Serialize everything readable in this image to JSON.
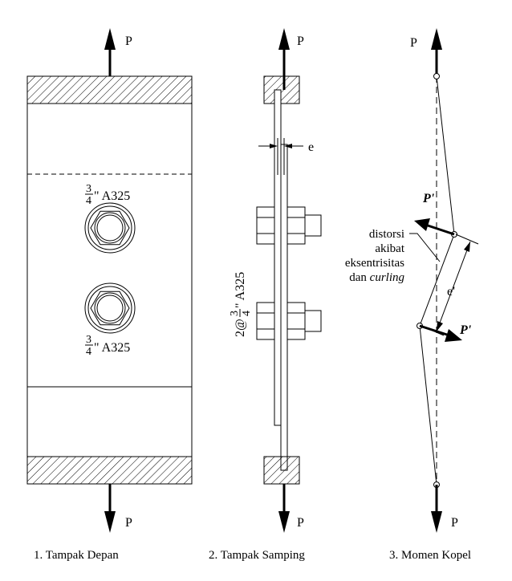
{
  "load_label": "P",
  "load_label_prime": "P'",
  "bolt_size_whole": "",
  "bolt_fraction_num": "3",
  "bolt_fraction_den": "4",
  "bolt_suffix": "\" A325",
  "side_bolt_prefix": "2@",
  "side_bolt_suffix": "\" A325",
  "eccentricity_label": "e",
  "eccentricity_prime_label": "e'",
  "distortion_note": {
    "line1": "distorsi",
    "line2": "akibat",
    "line3": "eksentrisitas",
    "line4_plain": "dan ",
    "line4_italic": "curling"
  },
  "captions": {
    "front": "1. Tampak Depan",
    "side": "2. Tampak Samping",
    "couple": "3. Momen Kopel"
  },
  "colors": {
    "ink": "#000000",
    "paper": "#ffffff"
  }
}
